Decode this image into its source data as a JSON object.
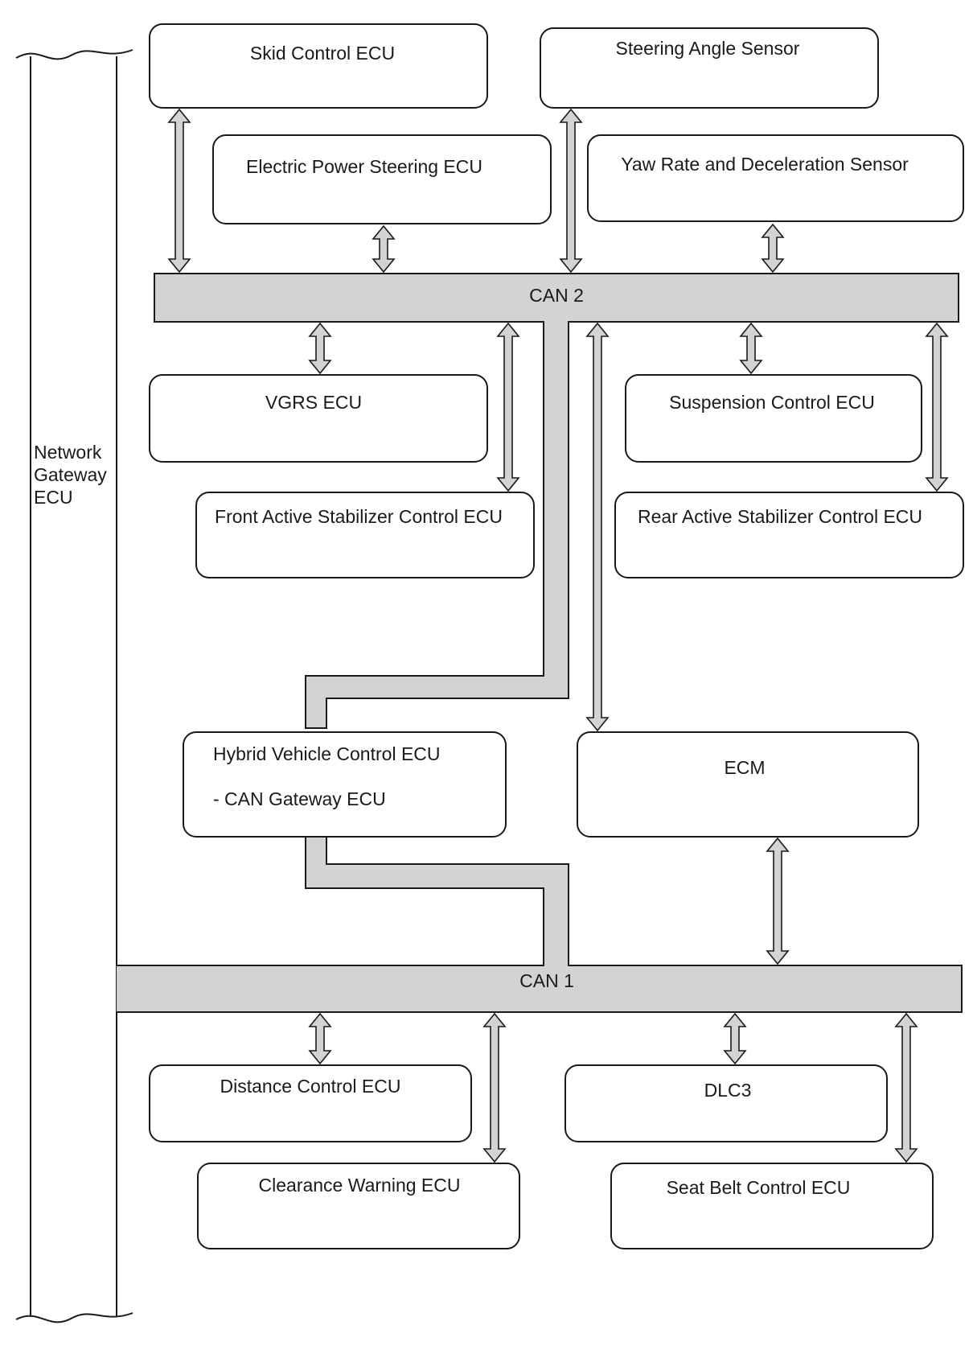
{
  "colors": {
    "stroke": "#1a1a1a",
    "bus_fill": "#d3d3d3",
    "arrow_fill": "#d3d3d3",
    "box_fill": "#ffffff"
  },
  "gateway": {
    "lines": [
      "Network",
      "Gateway",
      "ECU"
    ]
  },
  "buses": {
    "can2": "CAN 2",
    "can1": "CAN 1"
  },
  "nodes": {
    "skid_control": "Skid Control ECU",
    "steering_angle": "Steering Angle Sensor",
    "eps": "Electric Power Steering ECU",
    "yaw_rate": "Yaw Rate and Deceleration Sensor",
    "vgrs": "VGRS ECU",
    "suspension": "Suspension Control ECU",
    "front_stabilizer": "Front Active Stabilizer Control ECU",
    "rear_stabilizer": "Rear Active Stabilizer Control ECU",
    "hybrid": [
      "Hybrid Vehicle Control ECU",
      "- CAN Gateway ECU"
    ],
    "ecm": "ECM",
    "distance": "Distance Control ECU",
    "dlc3": "DLC3",
    "clearance": "Clearance Warning ECU",
    "seat_belt": "Seat Belt Control ECU"
  }
}
